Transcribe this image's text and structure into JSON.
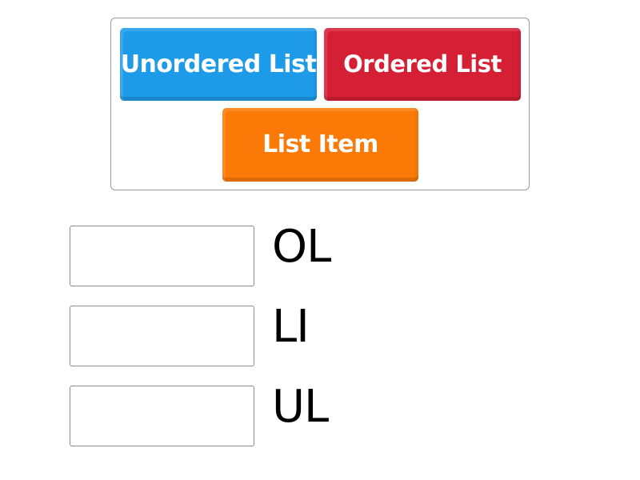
{
  "tiles": [
    {
      "label": "Unordered List",
      "color": "#1e9be8"
    },
    {
      "label": "Ordered List",
      "color": "#d51f35"
    },
    {
      "label": "List Item",
      "color": "#fb7a07"
    }
  ],
  "answers": [
    {
      "label": "OL",
      "value": ""
    },
    {
      "label": "LI",
      "value": ""
    },
    {
      "label": "UL",
      "value": ""
    }
  ]
}
